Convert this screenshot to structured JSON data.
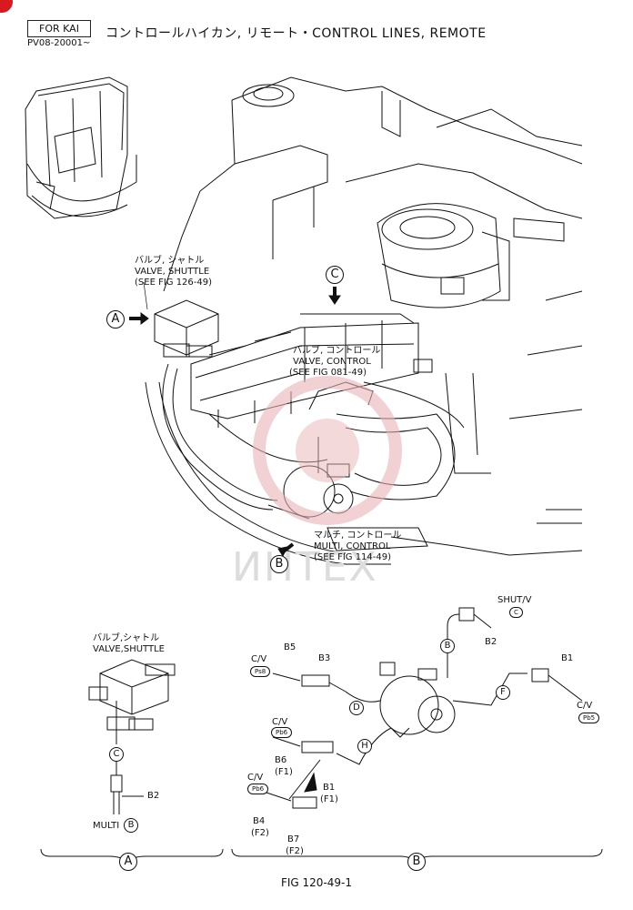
{
  "header": {
    "model_box": "FOR KAI",
    "serial": "PV08-20001~",
    "title": "コントロールハイカン, リモート・CONTROL LINES, REMOTE"
  },
  "main_labels": {
    "shuttle_jp": "バルブ, シャトル",
    "shuttle_en": "VALVE, SHUTTLE",
    "shuttle_ref": "(SEE FIG 126-49)",
    "control_jp": "バルブ, コントロール",
    "control_en": "VALVE, CONTROL",
    "control_ref": "(SEE FIG 081-49)",
    "multi_jp": "マルチ, コントロール",
    "multi_en": "MULTI, CONTROL",
    "multi_ref": "(SEE FIG 114-49)",
    "callout_a": "A",
    "callout_b": "B",
    "callout_c": "C"
  },
  "detail_a": {
    "jp": "バルブ,シャトル",
    "en": "VALVE,SHUTTLE",
    "conn_c": "C",
    "part_b2": "B2",
    "multi": "MULTI",
    "multi_circ": "B",
    "section": "A"
  },
  "detail_b": {
    "shut_v": "SHUT/V",
    "shut_c": "C",
    "b2": "B2",
    "conn_b": "B",
    "b1_top": "B1",
    "f": "F",
    "cv_right": "C/V",
    "pb5": "Pb5",
    "b5": "B5",
    "b3": "B3",
    "cv_left": "C/V",
    "ps8": "Ps8",
    "d": "D",
    "cv_mid": "C/V",
    "pb6_1": "Pb6",
    "b6": "B6",
    "f1_a": "(F1)",
    "h": "H",
    "b1_mid": "B1",
    "f1_b": "(F1)",
    "cv_low": "C/V",
    "pb6_2": "Pb6",
    "b4": "B4",
    "f2_a": "(F2)",
    "b7": "B7",
    "f2_b": "(F2)",
    "section": "B"
  },
  "watermark": "ИНТЕХ",
  "footer": "FIG 120-49-1",
  "colors": {
    "line": "#111111",
    "watermark_red": "#e8b3b6",
    "corner": "#d71920"
  }
}
